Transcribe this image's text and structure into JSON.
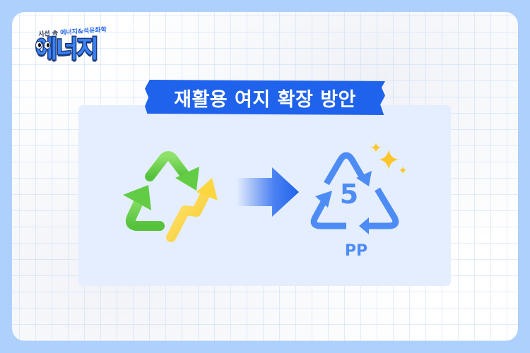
{
  "logo": {
    "tagline_prefix": "시선 속 ",
    "tagline_highlight": "에너지&석유화학",
    "title": "에너지"
  },
  "banner": {
    "title": "재활용 여지 확장 방안"
  },
  "illustration": {
    "left_icon": "recycle-growth-icon",
    "middle_icon": "arrow-right-icon",
    "right_icon": "recycle-code-icon",
    "recycle_code_number": "5",
    "recycle_code_label": "PP",
    "sparkle_icon": "sparkles-icon"
  },
  "colors": {
    "frame": "#aed0fc",
    "panel": "#e5eefe",
    "banner": "#1f63ec",
    "recycle_code": "#4d8cf5",
    "green": "#6fd24f",
    "yellow": "#ffd84a"
  }
}
